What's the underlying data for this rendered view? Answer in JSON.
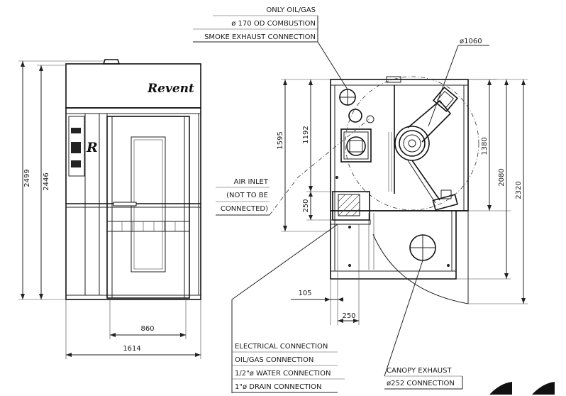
{
  "front_view": {
    "brand_logo": "Revent",
    "door_logo": "R",
    "dim_height_overall": "2499",
    "dim_height_cabinet": "2446",
    "dim_door_width": "860",
    "dim_total_width": "1614"
  },
  "top_view": {
    "combustion_note": [
      "ONLY OIL/GAS",
      "ø 170 OD COMBUSTION",
      "SMOKE EXHAUST CONNECTION"
    ],
    "rack_diameter": "ø1060",
    "dim_1595": "1595",
    "dim_1192": "1192",
    "dim_250_side": "250",
    "dim_1380": "1380",
    "dim_2080": "2080",
    "dim_2320": "2320",
    "dim_105": "105",
    "dim_250_bottom": "250",
    "air_inlet_note": [
      "AIR INLET",
      "(NOT TO BE",
      "CONNECTED)"
    ],
    "service_note": [
      "ELECTRICAL CONNECTION",
      "OIL/GAS CONNECTION",
      "1/2\"ø WATER CONNECTION",
      "1\"ø DRAIN CONNECTION"
    ],
    "canopy_note": [
      "CANOPY EXHAUST",
      "ø252 CONNECTION"
    ]
  }
}
